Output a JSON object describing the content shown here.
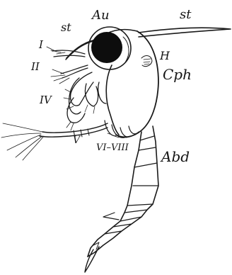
{
  "figure": {
    "labels": {
      "st_left": "st",
      "au": "Au",
      "st_right": "st",
      "i": "I",
      "ii": "II",
      "h": "H",
      "cph": "Cph",
      "iv": "IV",
      "v": "V",
      "vi_viii": "VI–VIII",
      "abd": "Abd"
    }
  }
}
